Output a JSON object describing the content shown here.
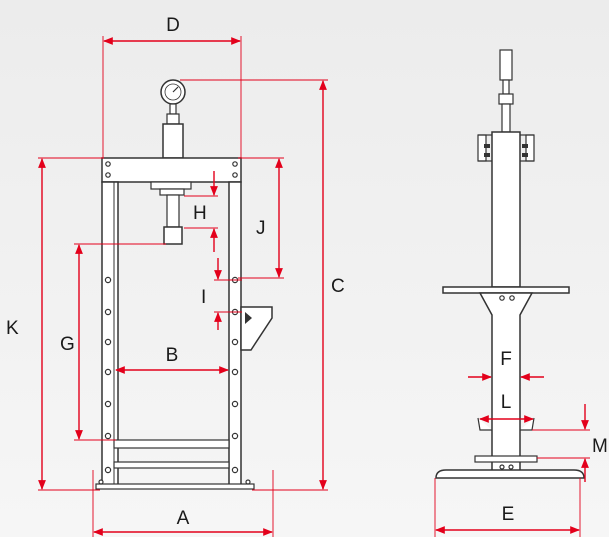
{
  "labels": {
    "a": "A",
    "b": "B",
    "c": "C",
    "d": "D",
    "e": "E",
    "f": "F",
    "g": "G",
    "h": "H",
    "i": "I",
    "j": "J",
    "k": "K",
    "l": "L",
    "m": "M"
  },
  "colors": {
    "dimension": "#e3001b",
    "outline": "#333333",
    "background": "#f0f0f0"
  }
}
